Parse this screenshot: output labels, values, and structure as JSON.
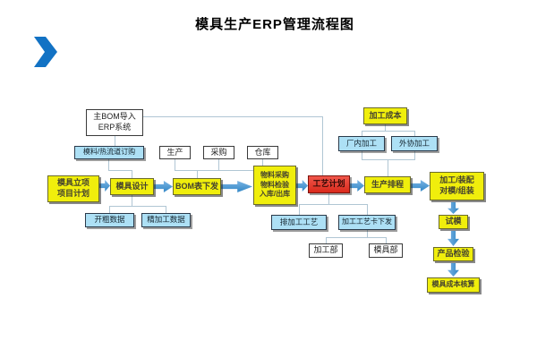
{
  "title": "模具生产ERP管理流程图",
  "icons": {
    "corner_marker": "chevron-right-icon"
  },
  "colors": {
    "yellow_box": "#f0ee0c",
    "blue_box": "#ade0f5",
    "red_box": "#da2a1c",
    "white_box": "#ffffff",
    "arrow_blue": "#3f8fcb",
    "connector": "#b0c6d4",
    "chevron_blue": "#1272c4"
  },
  "flowchart": {
    "nodes": {
      "bom_import": {
        "lines": [
          "主BOM导入",
          "ERP系统"
        ]
      },
      "material_order": {
        "lines": [
          "模料/热流道订购"
        ]
      },
      "project_init": {
        "lines": [
          "模具立项",
          "项目计划"
        ]
      },
      "mold_design": {
        "lines": [
          "模具设计"
        ]
      },
      "rough_data": {
        "lines": [
          "开粗数据"
        ]
      },
      "finish_data": {
        "lines": [
          "精加工数据"
        ]
      },
      "production": {
        "lines": [
          "生产"
        ]
      },
      "purchase": {
        "lines": [
          "采购"
        ]
      },
      "warehouse": {
        "lines": [
          "仓库"
        ]
      },
      "bom_issue": {
        "lines": [
          "BOM表下发"
        ]
      },
      "material_flow": {
        "lines": [
          "物料采购",
          "物料检验",
          "入库/出库"
        ]
      },
      "process_plan": {
        "lines": [
          "工艺计划"
        ]
      },
      "prod_schedule": {
        "lines": [
          "生产排程"
        ]
      },
      "processing_cost": {
        "lines": [
          "加工成本"
        ]
      },
      "inhouse": {
        "lines": [
          "厂内加工"
        ]
      },
      "outsource": {
        "lines": [
          "外协加工"
        ]
      },
      "machining_process": {
        "lines": [
          "排加工工艺"
        ]
      },
      "process_card": {
        "lines": [
          "加工工艺卡下发"
        ]
      },
      "machining_dept": {
        "lines": [
          "加工部"
        ]
      },
      "mold_dept": {
        "lines": [
          "模具部"
        ]
      },
      "assembly": {
        "lines": [
          "加工/装配",
          "对模/组装"
        ]
      },
      "mold_trial": {
        "lines": [
          "试模"
        ]
      },
      "product_inspect": {
        "lines": [
          "产品检验"
        ]
      },
      "cost_account": {
        "lines": [
          "模具成本核算"
        ]
      }
    }
  }
}
